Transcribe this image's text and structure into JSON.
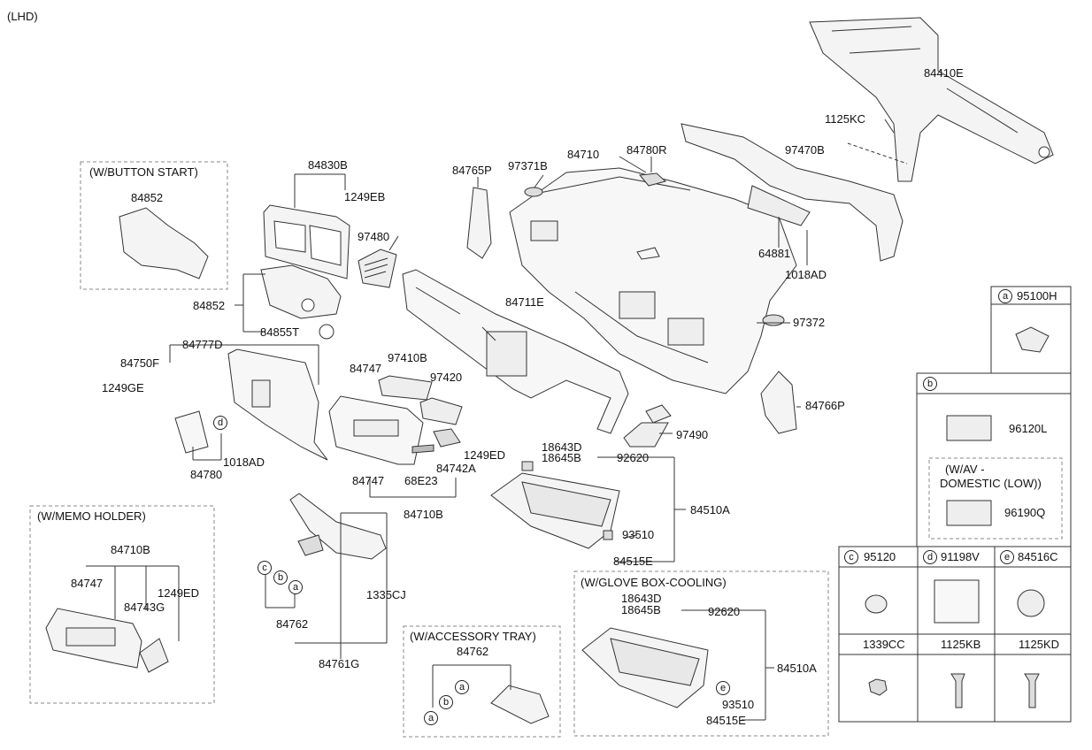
{
  "header": {
    "drive": "(LHD)"
  },
  "groups": {
    "button_start": "(W/BUTTON START)",
    "memo_holder": "(W/MEMO HOLDER)",
    "accessory_tray": "(W/ACCESSORY TRAY)",
    "glove_cooling": "(W/GLOVE BOX-COOLING)",
    "av_domestic_1": "(W/AV -",
    "av_domestic_2": "DOMESTIC (LOW))"
  },
  "parts": {
    "p84410E": "84410E",
    "p1125KC": "1125KC",
    "p97470B": "97470B",
    "p84780R": "84780R",
    "p84710": "84710",
    "p97371B": "97371B",
    "p84765P": "84765P",
    "p84830B": "84830B",
    "p1249EB": "1249EB",
    "p97480": "97480",
    "p64881": "64881",
    "p1018AD_top": "1018AD",
    "p84852_btn": "84852",
    "p84852": "84852",
    "p84855T": "84855T",
    "p84711E": "84711E",
    "p97372": "97372",
    "p84777D": "84777D",
    "p84750F": "84750F",
    "p1249GE": "1249GE",
    "p84747_a": "84747",
    "p97410B": "97410B",
    "p97420": "97420",
    "p84766P": "84766P",
    "p97490": "97490",
    "p18643D": "18643D",
    "p18645B": "18645B",
    "p92620": "92620",
    "p1018AD": "1018AD",
    "p84780": "84780",
    "p1249ED": "1249ED",
    "p84742A": "84742A",
    "p68E23": "68E23",
    "p84747_b": "84747",
    "p84710B": "84710B",
    "p84510A": "84510A",
    "p93510": "93510",
    "p84515E": "84515E",
    "p1335CJ": "1335CJ",
    "p84762": "84762",
    "p84761G": "84761G",
    "memo_84710B": "84710B",
    "memo_84747": "84747",
    "memo_84743G": "84743G",
    "memo_1249ED": "1249ED",
    "tray_84762": "84762",
    "cool_18643D": "18643D",
    "cool_18645B": "18645B",
    "cool_92620": "92620",
    "cool_84510A": "84510A",
    "cool_93510": "93510",
    "cool_84515E": "84515E"
  },
  "callouts": {
    "a": "a",
    "b": "b",
    "c": "c",
    "d": "d",
    "e": "e"
  },
  "side_panel": {
    "a_part": "95100H",
    "b_part_1": "96120L",
    "b_part_2": "96190Q",
    "c_part": "95120",
    "d_part": "91198V",
    "e_part": "84516C",
    "bolt_1": "1339CC",
    "bolt_2": "1125KB",
    "bolt_3": "1125KD"
  }
}
